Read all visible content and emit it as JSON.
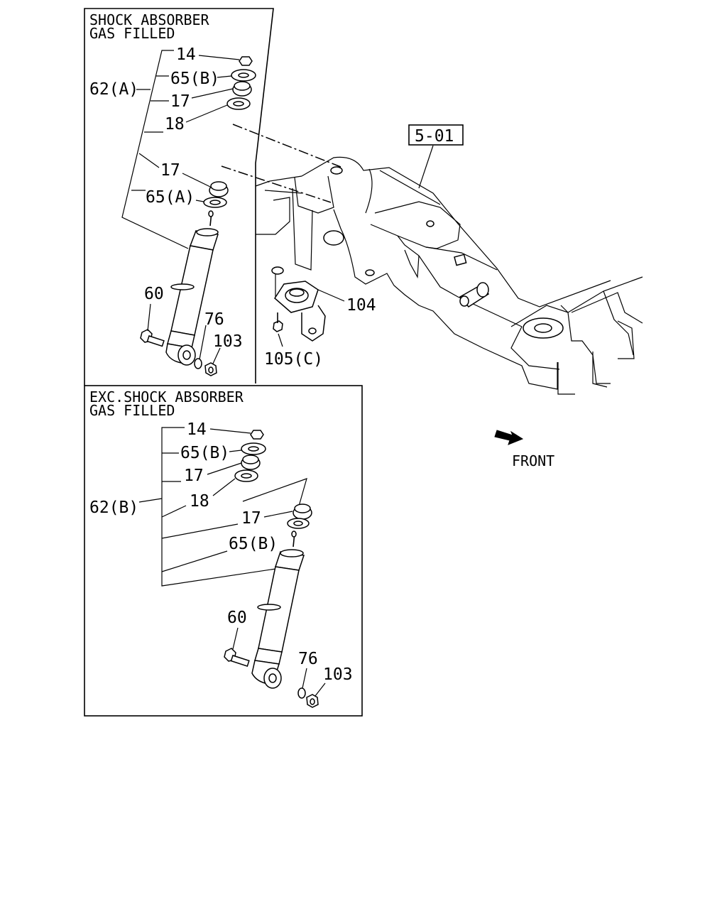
{
  "panels": {
    "top": {
      "title_line1": "SHOCK ABSORBER",
      "title_line2": "GAS FILLED",
      "assembly": "62(A)"
    },
    "bottom": {
      "title_line1": "EXC.SHOCK ABSORBER",
      "title_line2": "GAS FILLED",
      "assembly": "62(B)"
    }
  },
  "labels": {
    "top": {
      "p14": "14",
      "p65b": "65(B)",
      "p17a": "17",
      "p18": "18",
      "p17b": "17",
      "p65a": "65(A)",
      "p60": "60",
      "p76": "76",
      "p103": "103"
    },
    "bottom": {
      "p14": "14",
      "p65b": "65(B)",
      "p17a": "17",
      "p18": "18",
      "p17b": "17",
      "p65b2": "65(B)",
      "p60": "60",
      "p76": "76",
      "p103": "103"
    },
    "frame": {
      "ref": "5-01",
      "p104": "104",
      "p105": "105(C)",
      "front": "FRONT"
    }
  }
}
